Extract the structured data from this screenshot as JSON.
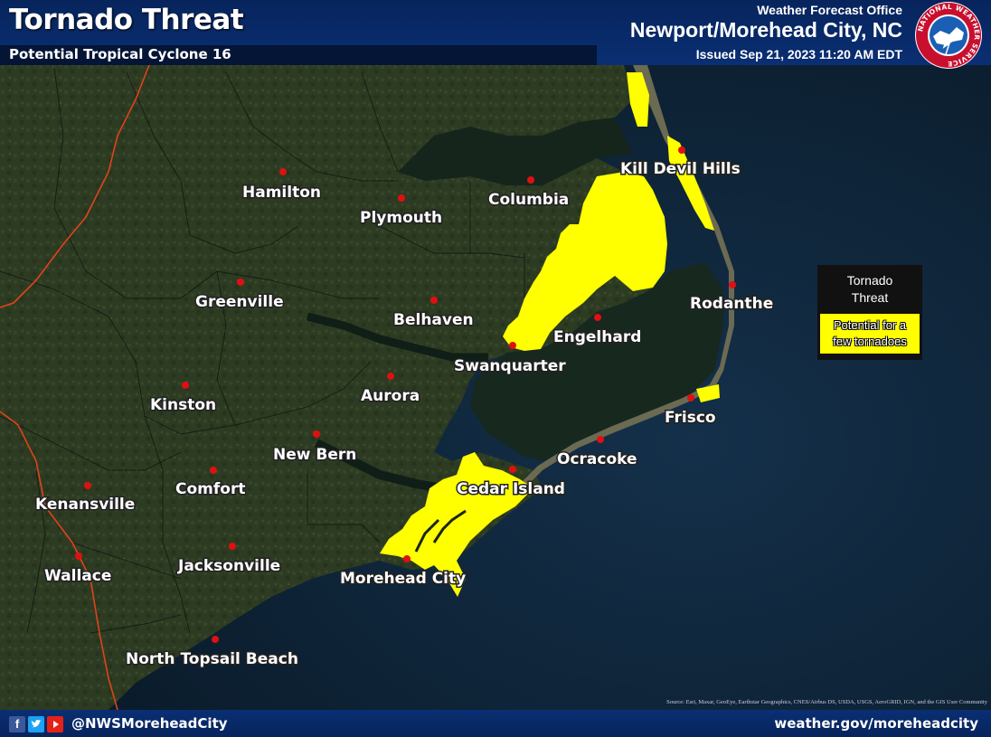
{
  "header": {
    "title": "Tornado Threat",
    "subtitle": "Potential Tropical Cyclone 16",
    "office_line1": "Weather Forecast Office",
    "office_line2": "Newport/Morehead City, NC",
    "issued": "Issued Sep 21, 2023 11:20 AM EDT"
  },
  "logo": {
    "icon": "nws-logo-icon",
    "text": "NATIONAL WEATHER SERVICE"
  },
  "legend": {
    "title_line1": "Tornado",
    "title_line2": "Threat",
    "entry_line1": "Potential for a",
    "entry_line2": "few tornadoes",
    "entry_color": "#ffff00"
  },
  "cities": [
    {
      "name": "Kill Devil Hills"
    },
    {
      "name": "Hamilton"
    },
    {
      "name": "Columbia"
    },
    {
      "name": "Plymouth"
    },
    {
      "name": "Greenville"
    },
    {
      "name": "Rodanthe"
    },
    {
      "name": "Belhaven"
    },
    {
      "name": "Engelhard"
    },
    {
      "name": "Swanquarter"
    },
    {
      "name": "Aurora"
    },
    {
      "name": "Kinston"
    },
    {
      "name": "Frisco"
    },
    {
      "name": "New Bern"
    },
    {
      "name": "Ocracoke"
    },
    {
      "name": "Comfort"
    },
    {
      "name": "Cedar Island"
    },
    {
      "name": "Kenansville"
    },
    {
      "name": "Jacksonville"
    },
    {
      "name": "Wallace"
    },
    {
      "name": "Morehead City"
    },
    {
      "name": "North Topsail Beach"
    }
  ],
  "footer": {
    "social_icons": [
      "facebook-icon",
      "twitter-icon",
      "youtube-icon"
    ],
    "handle": "@NWSMoreheadCity",
    "website": "weather.gov/moreheadcity",
    "source": "Source: Esri, Maxar, GeoEye, Earthstar Geographics, CNES/Airbus DS, USDA, USGS, AeroGRID, IGN, and the GIS User Community"
  },
  "colors": {
    "threat": "#ffff00",
    "city_marker": "#e01010",
    "header_bg": "#0a2f73",
    "ocean": "#0e2435"
  }
}
